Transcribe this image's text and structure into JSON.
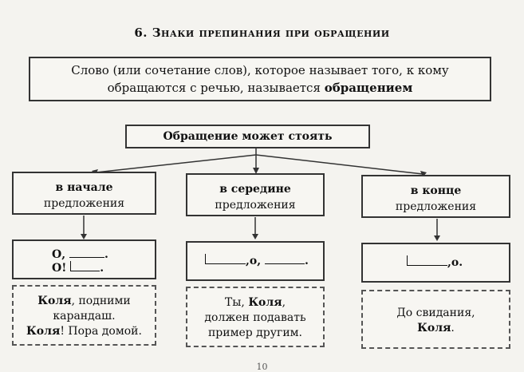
{
  "title": "6. Знаки препинания при обращении",
  "definition": {
    "part1": "Слово (или сочетание слов), которое называет того, к кому",
    "part2": "обращаются с речью, называется ",
    "term": "обращением"
  },
  "root": "Обращение может стоять",
  "positions": [
    {
      "key": "в начале",
      "rest": "предложения"
    },
    {
      "key": "в середине",
      "rest": "предложения"
    },
    {
      "key": "в конце",
      "rest": "предложения"
    }
  ],
  "patterns": {
    "start": {
      "line1_prefix": "О,",
      "line1_suffix": ".",
      "line2_prefix": "О!",
      "line2_suffix": "."
    },
    "middle": {
      "mid": ",о,",
      "suffix": "."
    },
    "end": {
      "suffix": ",о."
    }
  },
  "examples": {
    "start": {
      "l1a": "Коля",
      "l1b": ", подними",
      "l2": "карандаш.",
      "l3a": "Коля",
      "l3b": "! Пора домой."
    },
    "middle": {
      "l1a": "Ты, ",
      "l1b": "Коля",
      "l1c": ",",
      "l2": "должен подавать",
      "l3": "пример другим."
    },
    "end": {
      "l1": "До свидания,",
      "l2": "Коля",
      "l2b": "."
    }
  },
  "page_number": "10"
}
